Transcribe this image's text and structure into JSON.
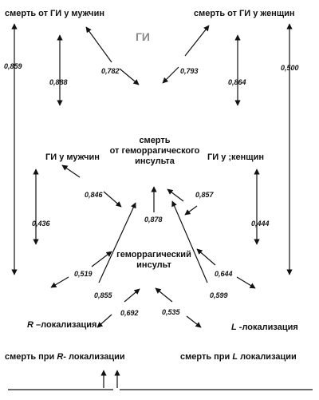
{
  "nodes": {
    "death_gi_men": "смерть от ГИ у мужчин",
    "death_gi_women": "смерть от ГИ у женщин",
    "gi": "ГИ",
    "death_hemorrhagic_stroke_l1": "смерть",
    "death_hemorrhagic_stroke_l2": "от геморрагического",
    "death_hemorrhagic_stroke_l3": "инсульта",
    "gi_men": "ГИ у мужчин",
    "gi_women": "ГИ у ;кенщин",
    "hemorrhagic_stroke_l1": "геморрагический",
    "hemorrhagic_stroke_l2": "инсульт",
    "r_localization_letter": "R",
    "r_localization_rest": " –локализация",
    "l_localization_letter": "L",
    "l_localization_rest": " -локализация",
    "death_r_prefix": "смерть при ",
    "death_r_letter": "R",
    "death_r_rest": "- локализации",
    "death_l_prefix": "смерть при ",
    "death_l_letter": "L",
    "death_l_rest": " локализации"
  },
  "coefficients": {
    "men_outer": "0,859",
    "men_inner": "0,888",
    "men_to_gi": "0,782",
    "women_to_gi": "0,793",
    "women_inner": "0,864",
    "women_outer": "0,500",
    "gi_men_to_death": "0,846",
    "stroke_to_death": "0,878",
    "gi_women_to_death": "0,857",
    "gi_men_vertical": "0,436",
    "gi_women_vertical": "0,444",
    "stroke_left": "0,519",
    "stroke_right": "0,644",
    "left_long": "0,855",
    "right_long": "0,599",
    "r_to_stroke": "0,692",
    "l_to_stroke": "0,535"
  },
  "colors": {
    "ink": "#111111",
    "gi_label": "#8a8a8a"
  }
}
